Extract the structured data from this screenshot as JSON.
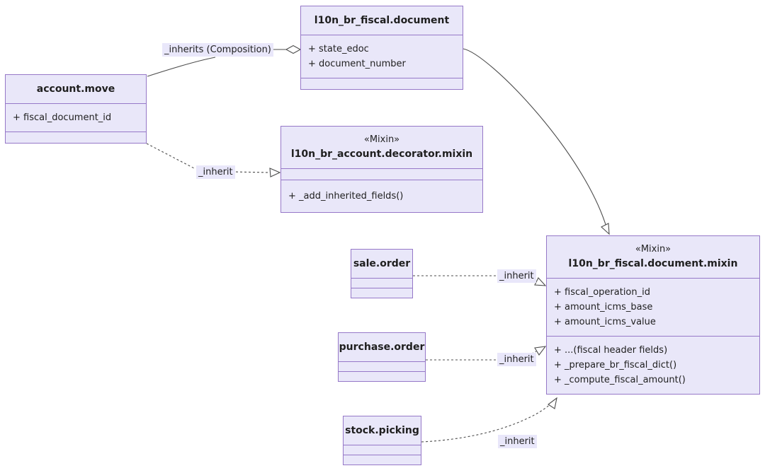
{
  "classes": {
    "fiscal_document": {
      "name": "l10n_br_fiscal.document",
      "attributes": [
        "+ state_edoc",
        "+ document_number"
      ]
    },
    "account_move": {
      "name": "account.move",
      "attributes": [
        "+ fiscal_document_id"
      ]
    },
    "decorator_mixin": {
      "stereotype": "«Mixin»",
      "name": "l10n_br_account.decorator.mixin",
      "methods": [
        "+ _add_inherited_fields()"
      ]
    },
    "fiscal_document_mixin": {
      "stereotype": "«Mixin»",
      "name": "l10n_br_fiscal.document.mixin",
      "attributes": [
        "+ fiscal_operation_id",
        "+ amount_icms_base",
        "+ amount_icms_value"
      ],
      "methods": [
        "+ ...(fiscal header fields)",
        "+ _prepare_br_fiscal_dict()",
        "+ _compute_fiscal_amount()"
      ]
    },
    "sale_order": {
      "name": "sale.order"
    },
    "purchase_order": {
      "name": "purchase.order"
    },
    "stock_picking": {
      "name": "stock.picking"
    }
  },
  "edges": {
    "composition": {
      "label": "_inherits (Composition)",
      "type": "composition-open-diamond"
    },
    "account_move_inherit": {
      "label": "_inherit",
      "type": "dashed-open-triangle"
    },
    "sale_order_inherit": {
      "label": "_inherit",
      "type": "dashed-open-triangle"
    },
    "purchase_order_inherit": {
      "label": "_inherit",
      "type": "dashed-open-triangle"
    },
    "stock_picking_inherit": {
      "label": "_inherit",
      "type": "dashed-open-triangle"
    },
    "document_extends_mixin": {
      "type": "solid-open-triangle"
    }
  },
  "colors": {
    "box_fill": "#E9E7F9",
    "box_border": "#9678C8",
    "edge_line": "#4D4D4D",
    "label_bg": "#E9E7FA",
    "text": "#1F1F1F",
    "background": "#FFFFFF"
  }
}
